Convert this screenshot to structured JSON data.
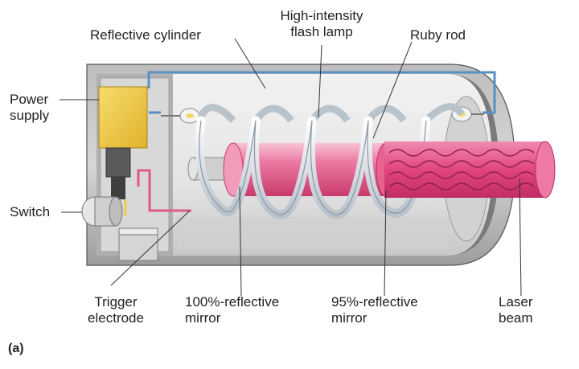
{
  "labels": {
    "reflective_cylinder": "Reflective cylinder",
    "flash_lamp_1": "High-intensity",
    "flash_lamp_2": "flash lamp",
    "ruby_rod": "Ruby rod",
    "power_supply_1": "Power",
    "power_supply_2": "supply",
    "switch": "Switch",
    "trigger_1": "Trigger",
    "trigger_2": "electrode",
    "mirror100_1": "100%-reflective",
    "mirror100_2": "mirror",
    "mirror95_1": "95%-reflective",
    "mirror95_2": "mirror",
    "laser_1": "Laser",
    "laser_2": "beam"
  },
  "part_label": "(a)",
  "colors": {
    "housing": "#c9c9c9",
    "housing_dark": "#8e8e8e",
    "inner_wall": "#e8e8e8",
    "ruby": "#e85a8a",
    "ruby_light": "#f6b4ca",
    "beam": "#e0407a",
    "power_supply": "#f2cc45",
    "wire": "#5a8fc4",
    "wire_pink": "#e05a86",
    "coil": "#dfe4ea",
    "leader": "#333333"
  }
}
